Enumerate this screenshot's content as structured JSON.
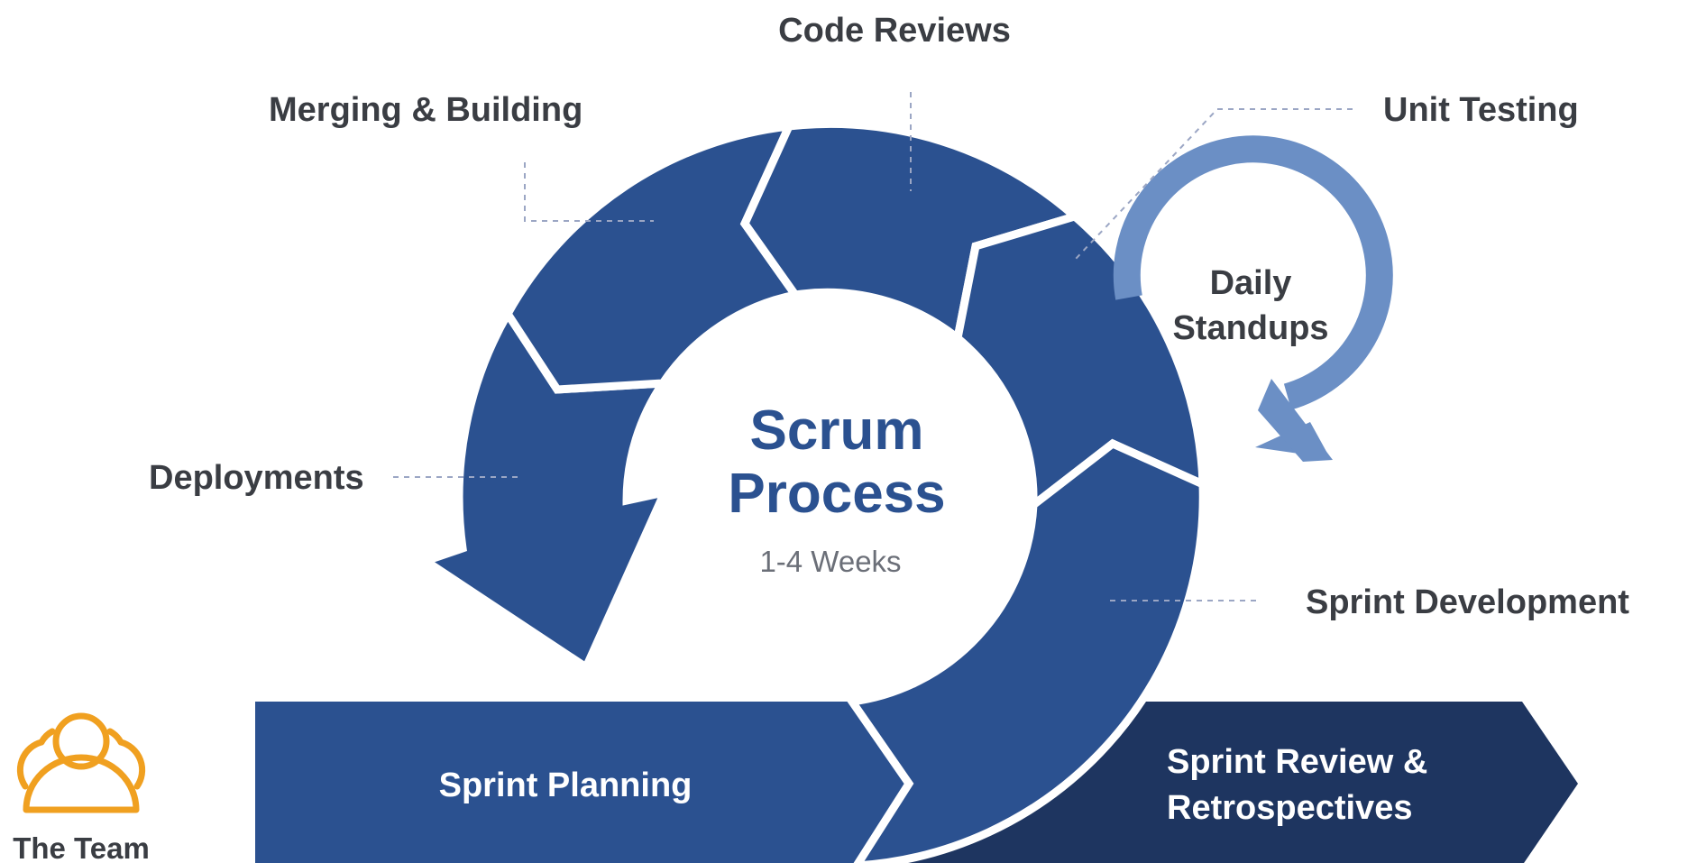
{
  "title": {
    "line1": "Scrum",
    "line2": "Process",
    "duration": "1-4 Weeks"
  },
  "stages": {
    "code_reviews": "Code Reviews",
    "merging_building": "Merging & Building",
    "unit_testing": "Unit Testing",
    "deployments": "Deployments",
    "sprint_development": "Sprint Development",
    "daily_standups": {
      "line1": "Daily",
      "line2": "Standups"
    },
    "sprint_planning": "Sprint Planning",
    "sprint_review": {
      "line1": "Sprint Review &",
      "line2": "Retrospectives"
    }
  },
  "team": {
    "label": "The Team",
    "icon": "team-icon"
  },
  "colors": {
    "cycle": "#2b5190",
    "review_bar": "#1e3560",
    "standup_arrow": "#6b8fc5",
    "team": "#f0a020",
    "label": "#3a3d43"
  }
}
